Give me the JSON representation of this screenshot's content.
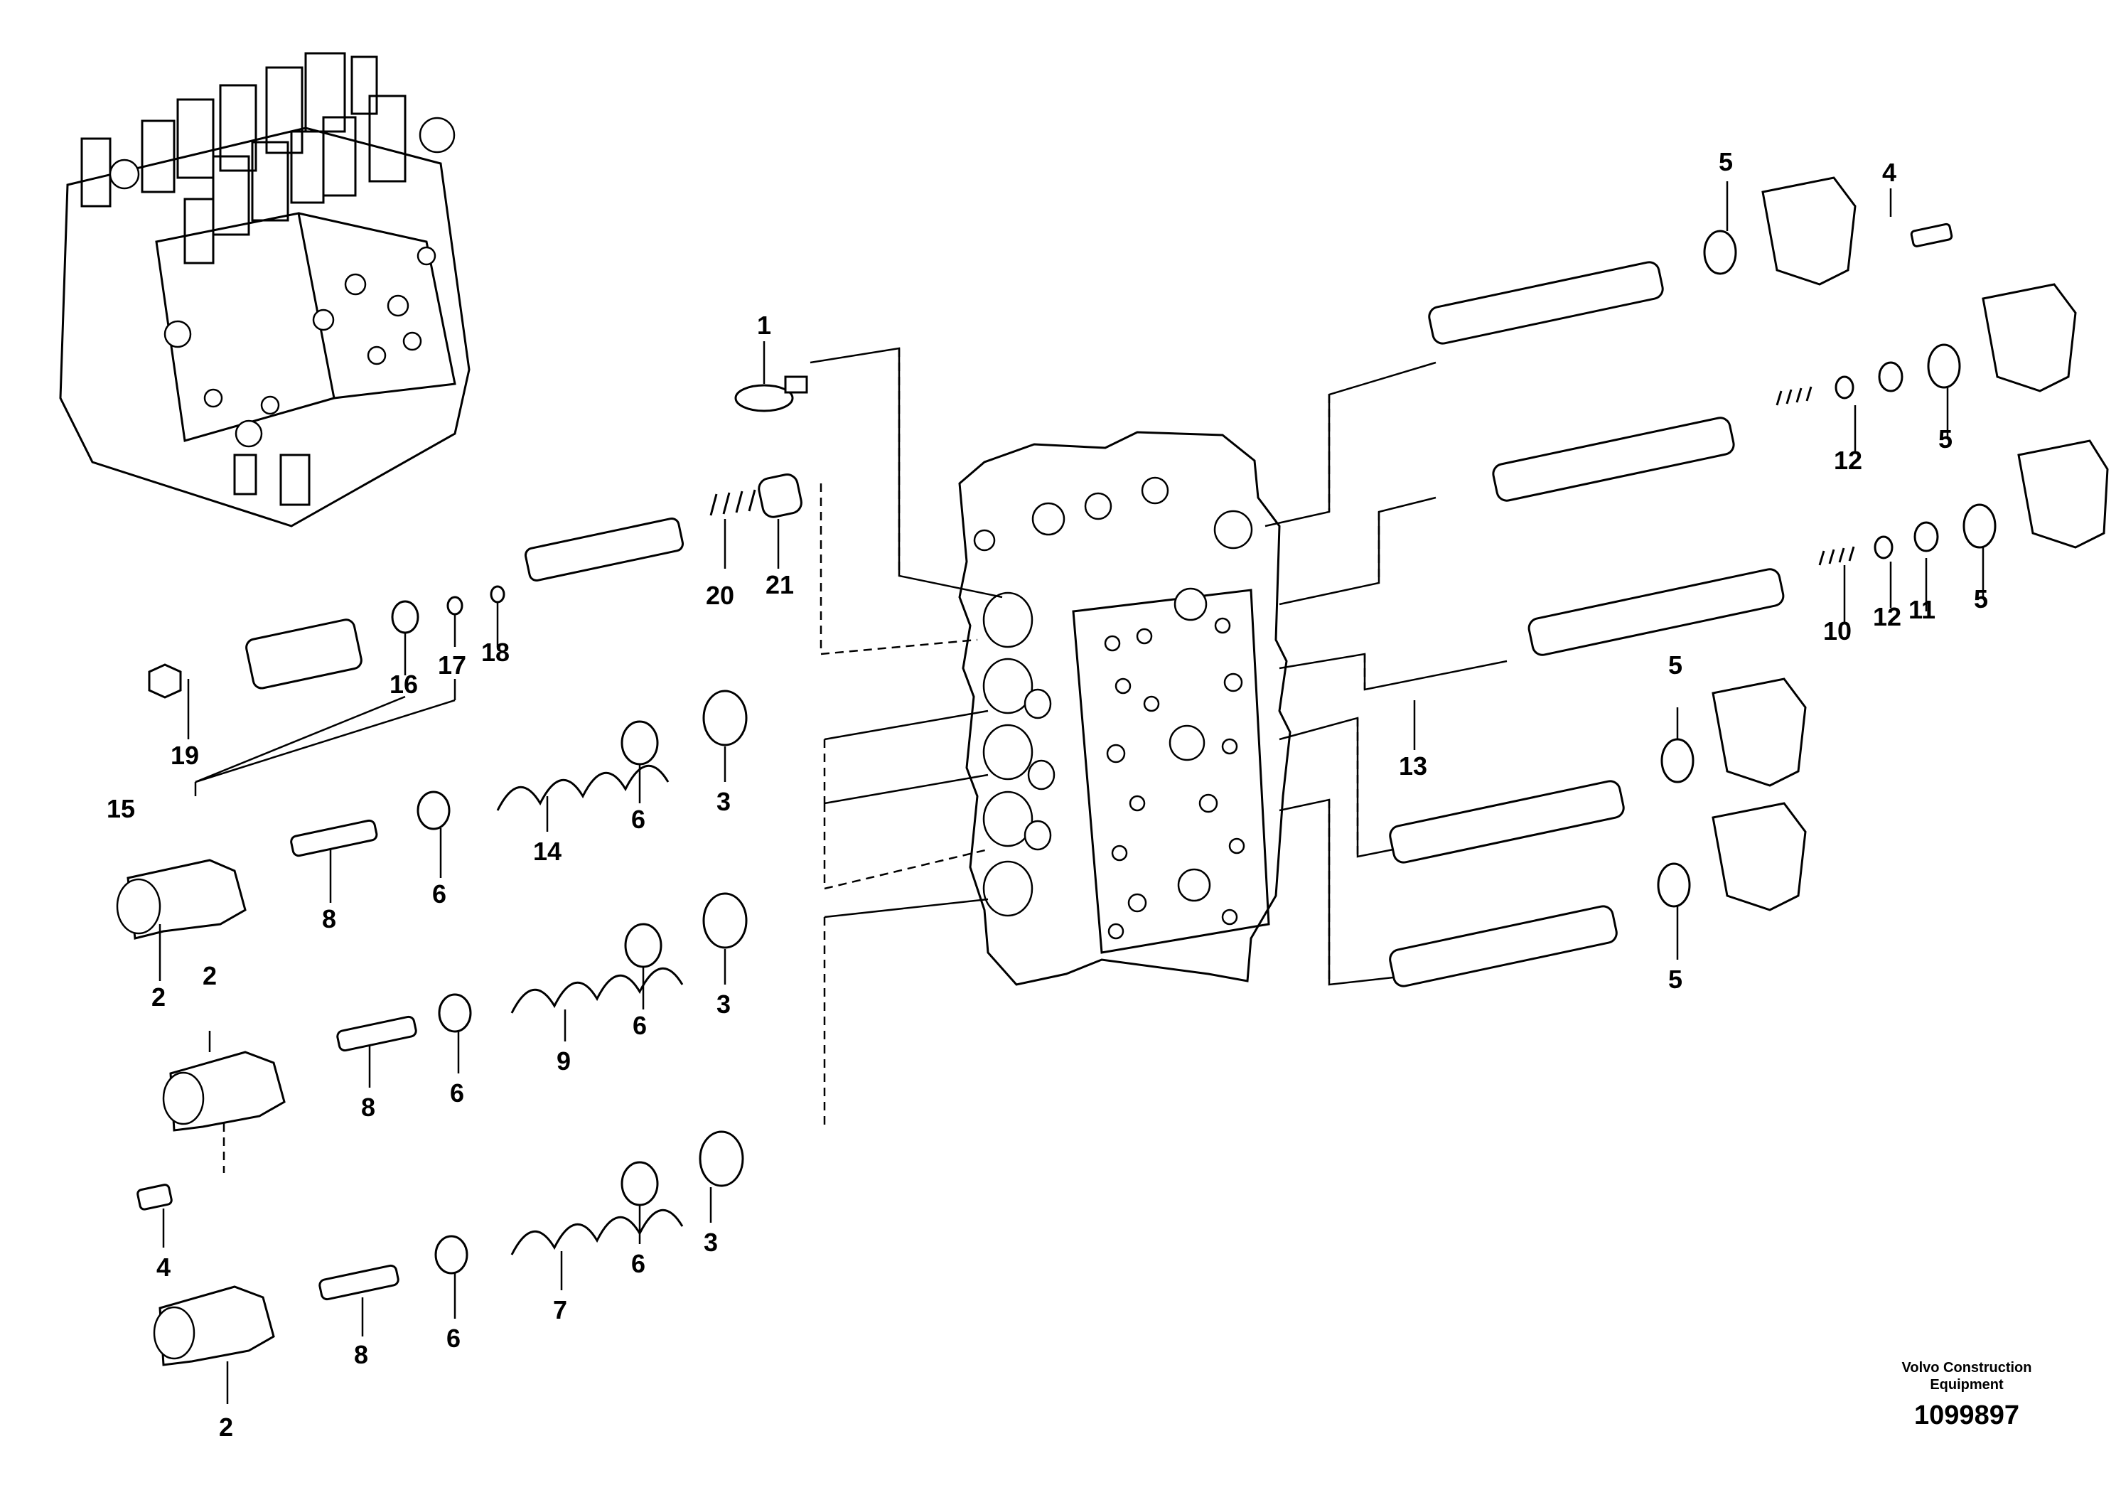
{
  "callouts": [
    "1",
    "2",
    "3",
    "4",
    "5",
    "6",
    "7",
    "8",
    "9",
    "10",
    "11",
    "12",
    "13",
    "14",
    "15",
    "16",
    "17",
    "18",
    "19",
    "20",
    "21"
  ],
  "footer": {
    "brand": "Volvo Construction Equipment",
    "drawing_number": "1099897"
  }
}
